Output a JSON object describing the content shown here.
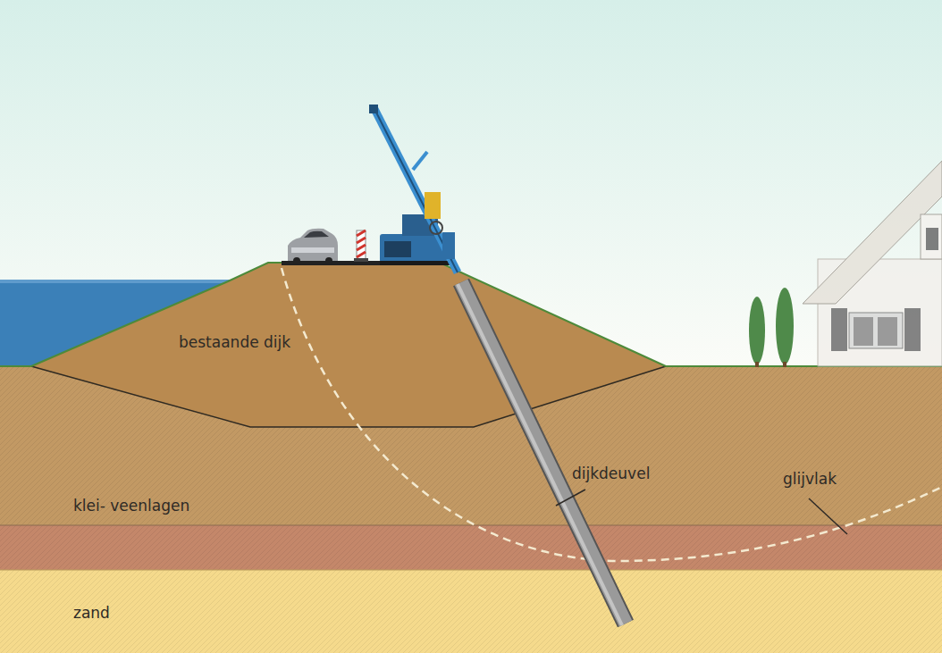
{
  "diagram": {
    "labels": [
      "bestaande dijk",
      "dijkdeuvel",
      "glijvlak",
      "klei- veenlagen",
      "zand"
    ]
  }
}
